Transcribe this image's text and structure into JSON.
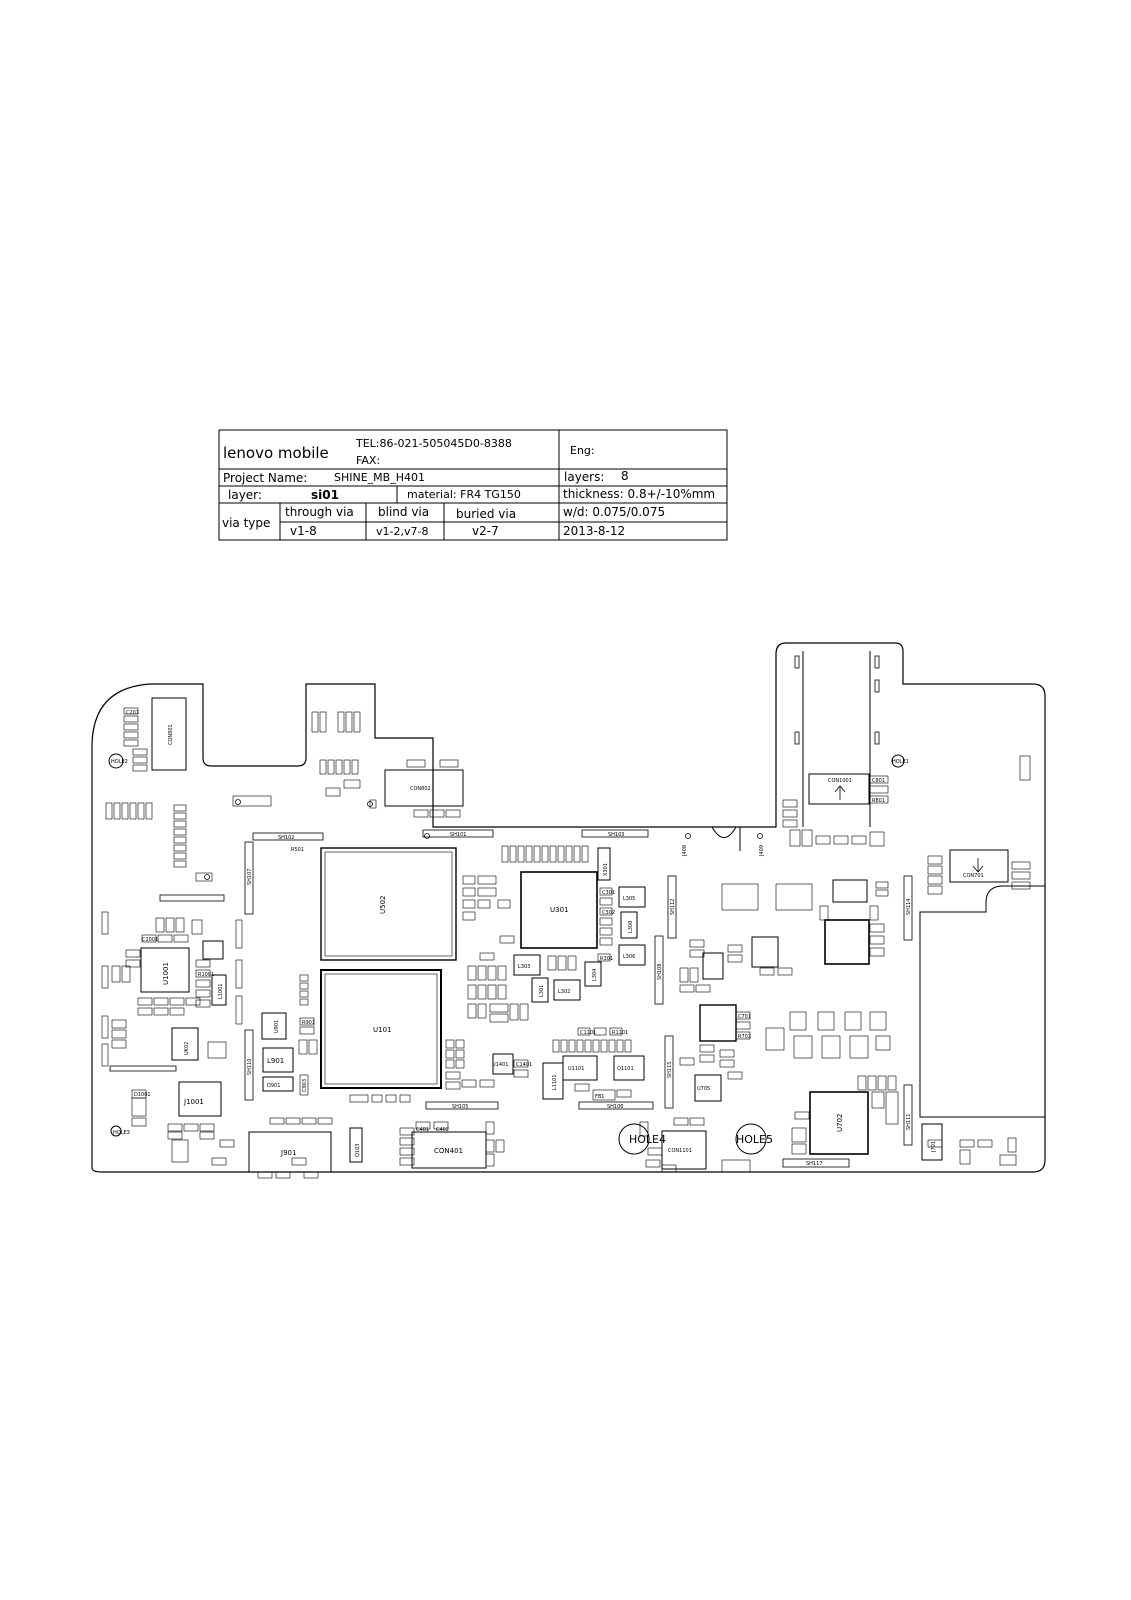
{
  "title_block": {
    "company": "lenovo mobile",
    "tel": "TEL:86-021-505045D0-8388",
    "fax": "FAX:",
    "eng": "Eng:",
    "project_label": "Project Name:",
    "project_value": "SHINE_MB_H401",
    "layers_label": "layers:",
    "layers_value": "8",
    "layer_label": "layer:",
    "layer_value": "si01",
    "material": "material: FR4 TG150",
    "thickness": "thickness: 0.8+/-10%mm",
    "via_type_label": "via type",
    "through_via_label": "through via",
    "through_via_value": "v1-8",
    "blind_via_label": "blind via",
    "blind_via_value": "v1-2,v7-8",
    "buried_via_label": "buried via",
    "buried_via_value": "v2-7",
    "wd": "w/d: 0.075/0.075",
    "date": "2013-8-12"
  },
  "board": {
    "chips": {
      "U502": "U502",
      "U101": "U101",
      "U301": "U301",
      "U1001": "U1001",
      "J901": "J901",
      "CON401": "CON401",
      "CON802": "CON802",
      "CON801": "CON801",
      "CON1101": "CON1101",
      "U702": "U702",
      "U901": "U901",
      "L901": "L901",
      "D901": "D901",
      "J1001": "J1001",
      "U1101": "U1101",
      "Q1101": "Q1101",
      "L1101": "L1101",
      "U705": "U705",
      "U1401": "U1401",
      "L303": "L303",
      "L302": "L302",
      "L301": "L301",
      "L304": "L304",
      "L305": "L305",
      "L306": "L306",
      "L308": "L308",
      "X301": "X301",
      "CON701": "CON701",
      "CON1001": "CON1001",
      "J701": "J701",
      "Q103": "Q103",
      "UK02": "UK02",
      "L1001": "L1001"
    },
    "shields": {
      "SH101": "SH101",
      "SH102": "SH102",
      "SH103": "SH103",
      "SH105": "SH105",
      "SH106": "SH106",
      "SH107": "SH107",
      "SH108": "SH108",
      "SH110": "SH110",
      "SH111": "SH111",
      "SH112": "SH112",
      "SH114": "SH114",
      "SH115": "SH115",
      "SH117": "SH117",
      "J408": "J408",
      "J409": "J409"
    },
    "holes": {
      "HOLE1": "HOLE1",
      "HOLE2": "HOLE2",
      "HOLE3": "HOLE3",
      "HOLE4": "HOLE4",
      "HOLE5": "HOLE5"
    },
    "passives": {
      "C401": "C401",
      "C402": "C402",
      "R501": "R501",
      "C301": "C301",
      "C302": "C302",
      "R301": "R301",
      "C701": "C701",
      "R702": "R702",
      "C1001": "C1001",
      "R1001": "R1001",
      "C903": "C903",
      "R901": "R901",
      "C1101": "C1101",
      "R1101": "R1101",
      "C1401": "C1401",
      "FB1": "FB1",
      "D1001": "D1001",
      "C801": "C801",
      "R801": "R801",
      "C201": "C201"
    }
  }
}
